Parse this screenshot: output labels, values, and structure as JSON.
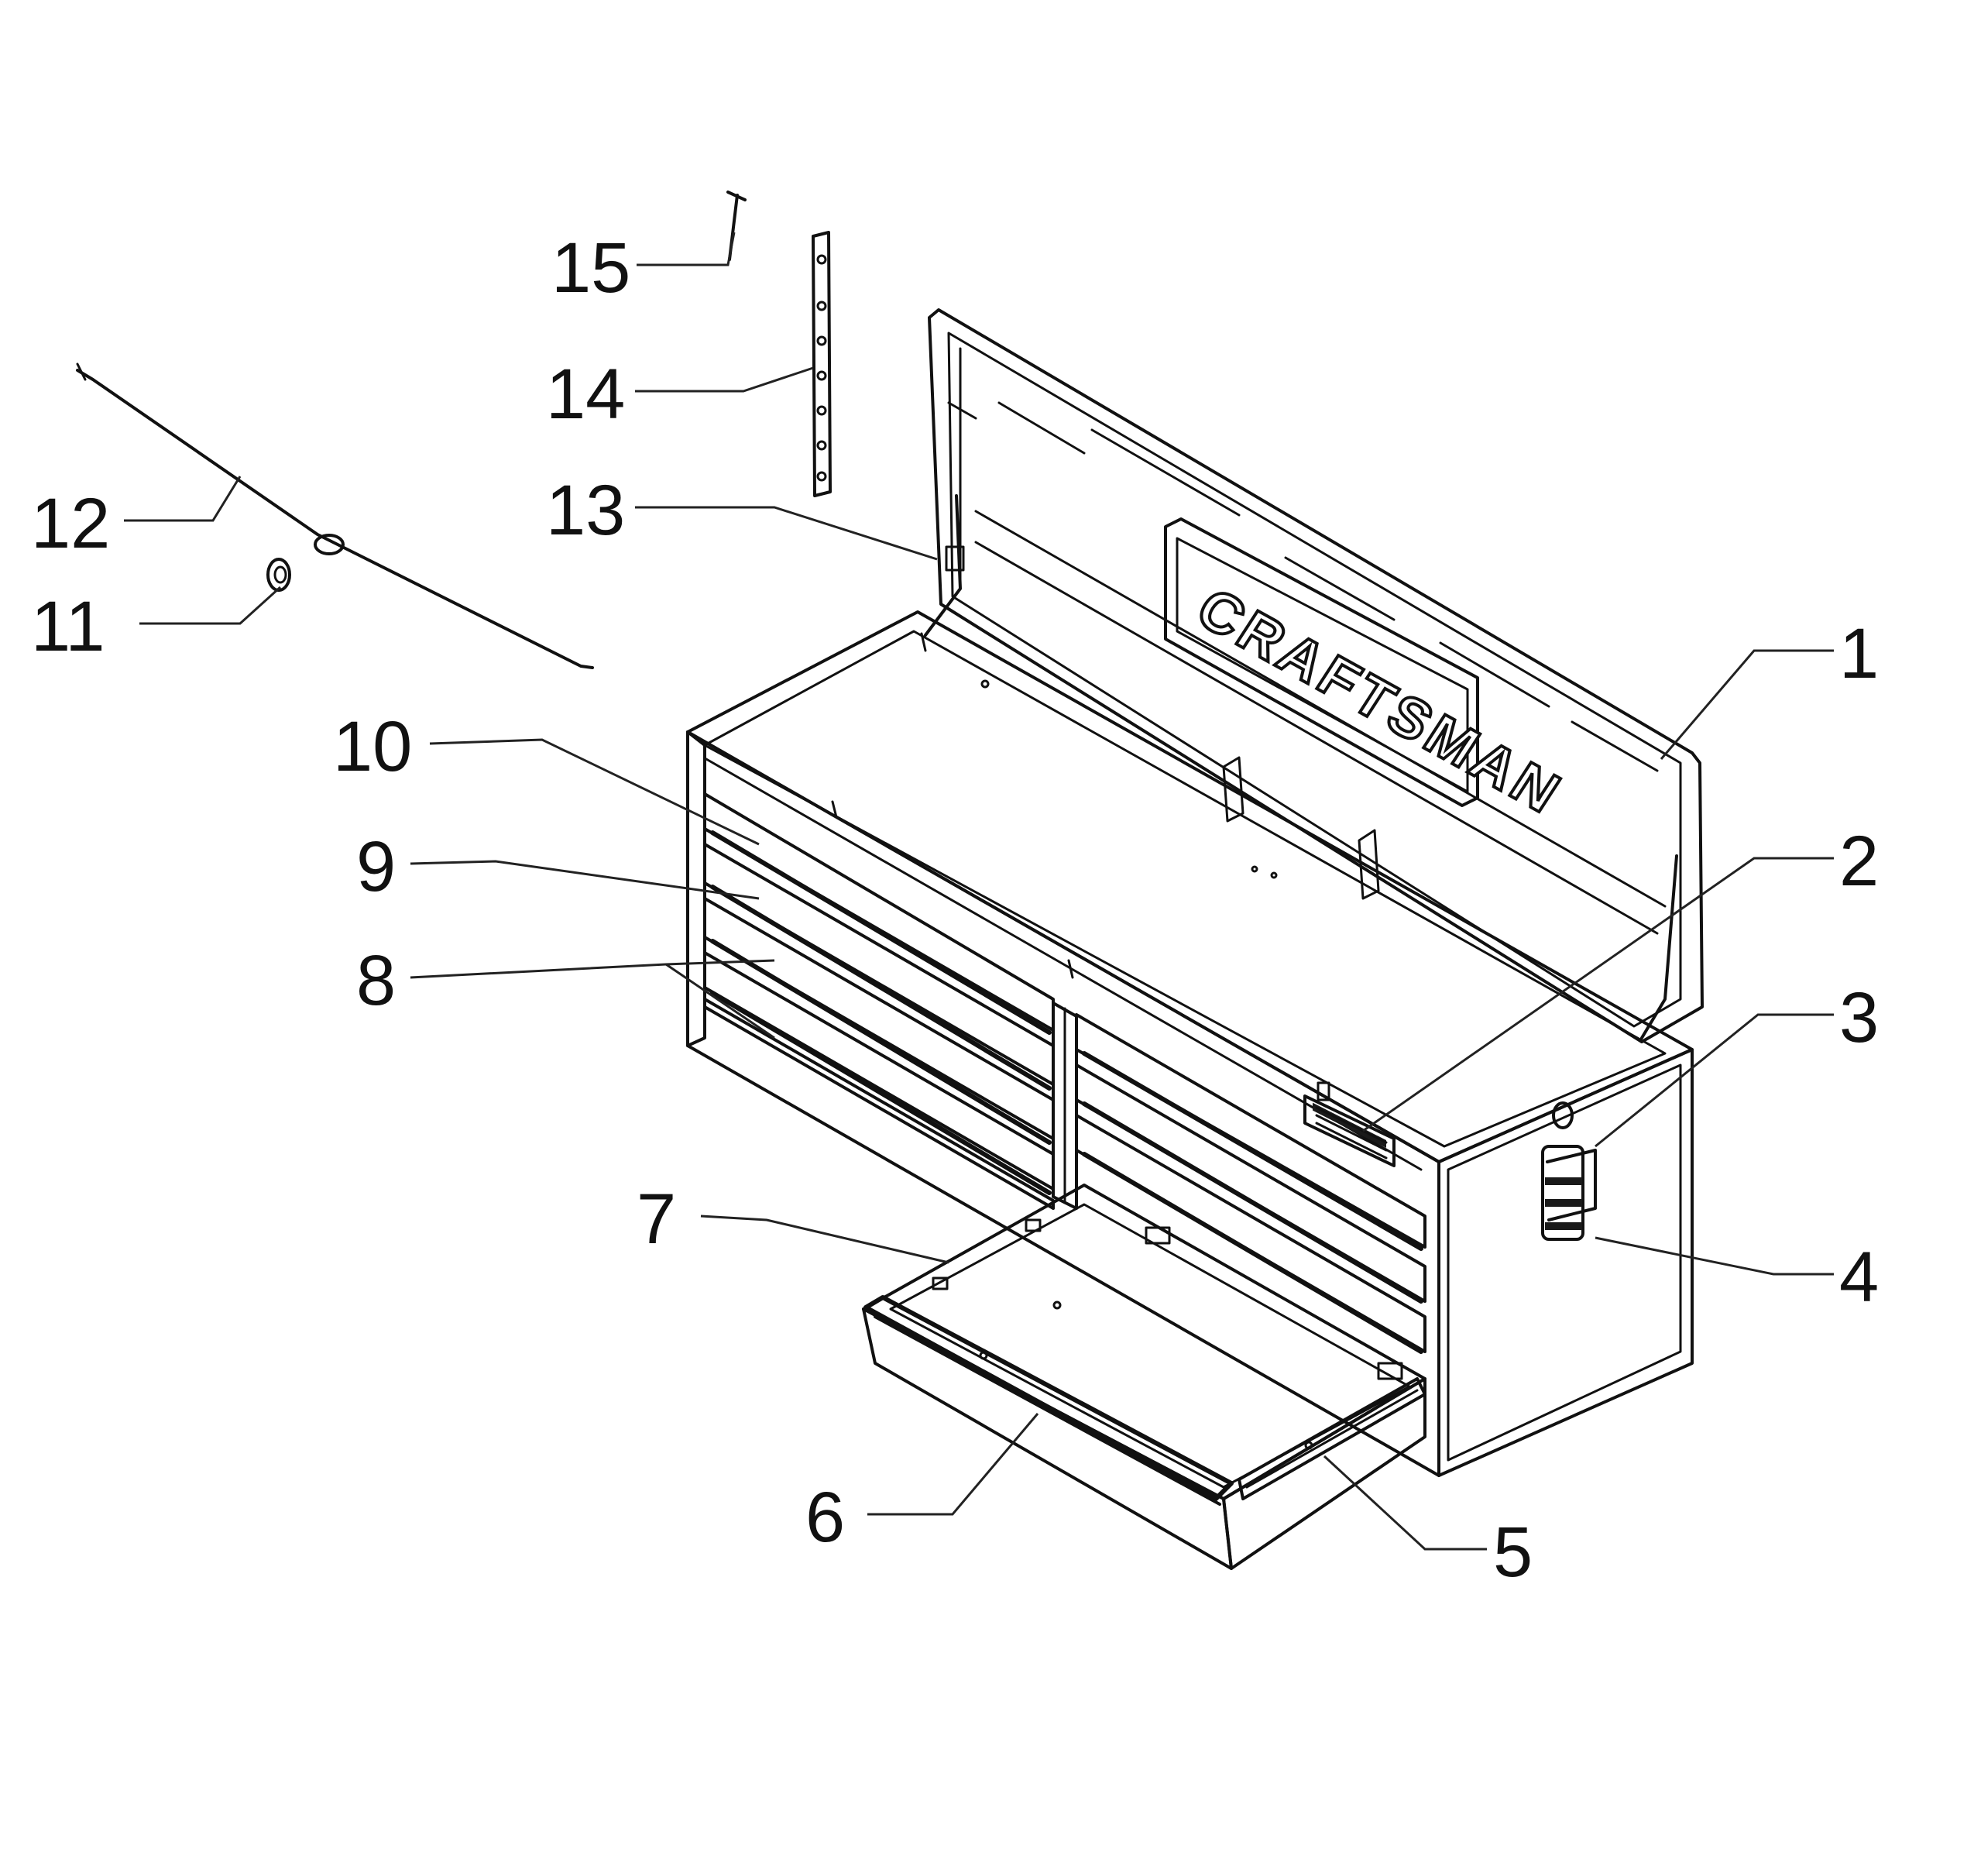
{
  "logo": {
    "text": "CRAFTSMAN"
  },
  "callouts": {
    "c1": "1",
    "c2": "2",
    "c3": "3",
    "c4": "4",
    "c5": "5",
    "c6": "6",
    "c7": "7",
    "c8": "8",
    "c9": "9",
    "c10": "10",
    "c11": "11",
    "c12": "12",
    "c13": "13",
    "c14": "14",
    "c15": "15"
  }
}
